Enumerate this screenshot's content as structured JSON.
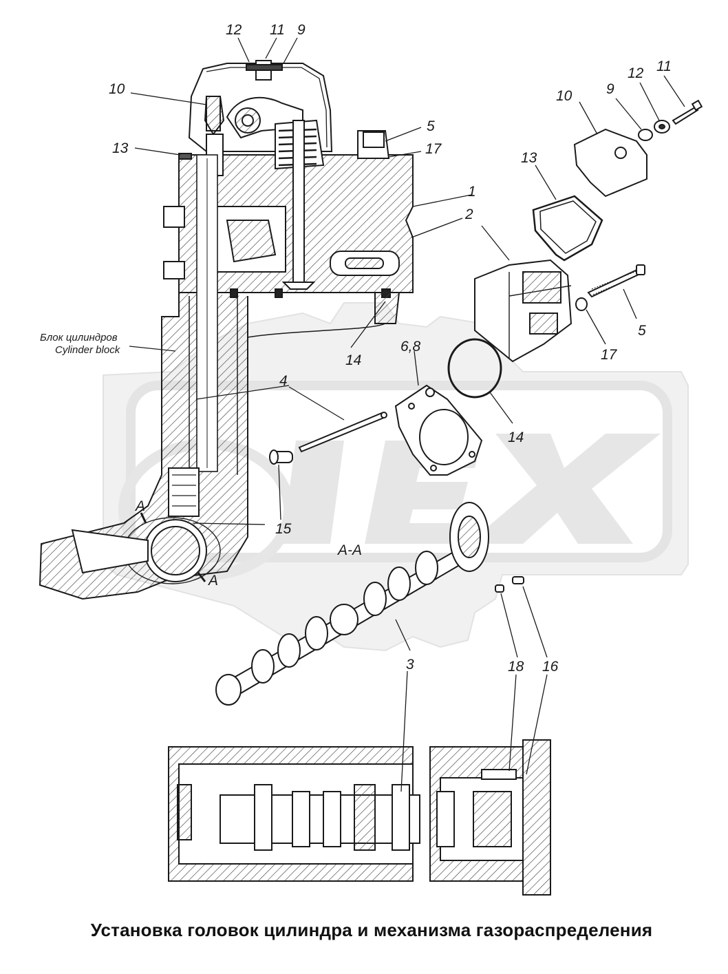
{
  "title": "Установка головок цилиндра и механизма газораспределения",
  "watermark": "PEX",
  "block_caption": {
    "ru": "Блок цилиндров",
    "en": "Cylinder block"
  },
  "section_labels": {
    "section": "A-A",
    "mark": "A"
  },
  "callouts": {
    "c12a": "12",
    "c11a": "11",
    "c9a": "9",
    "c10a": "10",
    "c13a": "13",
    "c5a": "5",
    "c17a": "17",
    "c1": "1",
    "c2": "2",
    "c10b": "10",
    "c9b": "9",
    "c12b": "12",
    "c11b": "11",
    "c13b": "13",
    "c5b": "5",
    "c17b": "17",
    "c14a": "14",
    "c68": "6,8",
    "c4": "4",
    "c14b": "14",
    "c15": "15",
    "c3": "3",
    "c18": "18",
    "c16": "16"
  },
  "colors": {
    "line": "#1a1a1a",
    "watermark": "#e8e8e8",
    "hatch": "#444444"
  }
}
